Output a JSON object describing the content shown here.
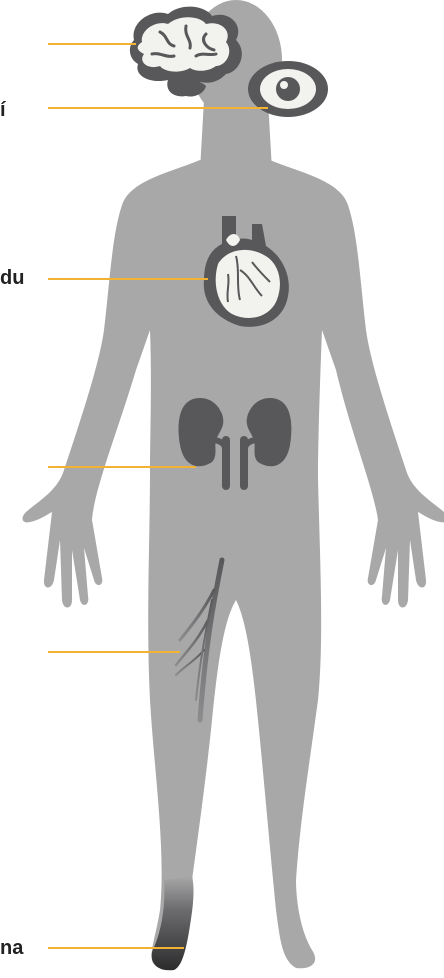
{
  "labels": {
    "eye": "í",
    "heart": "du",
    "foot": "na"
  },
  "colors": {
    "body": "#a8a8a9",
    "organ": "#58585a",
    "organ_light": "#f2f2ee",
    "leader_line": "#f2b233",
    "label_text": "#222222"
  },
  "icons": [
    "brain-icon",
    "eye-icon",
    "heart-icon",
    "kidneys-icon",
    "leg-veins-icon",
    "foot-gangrene-icon"
  ]
}
